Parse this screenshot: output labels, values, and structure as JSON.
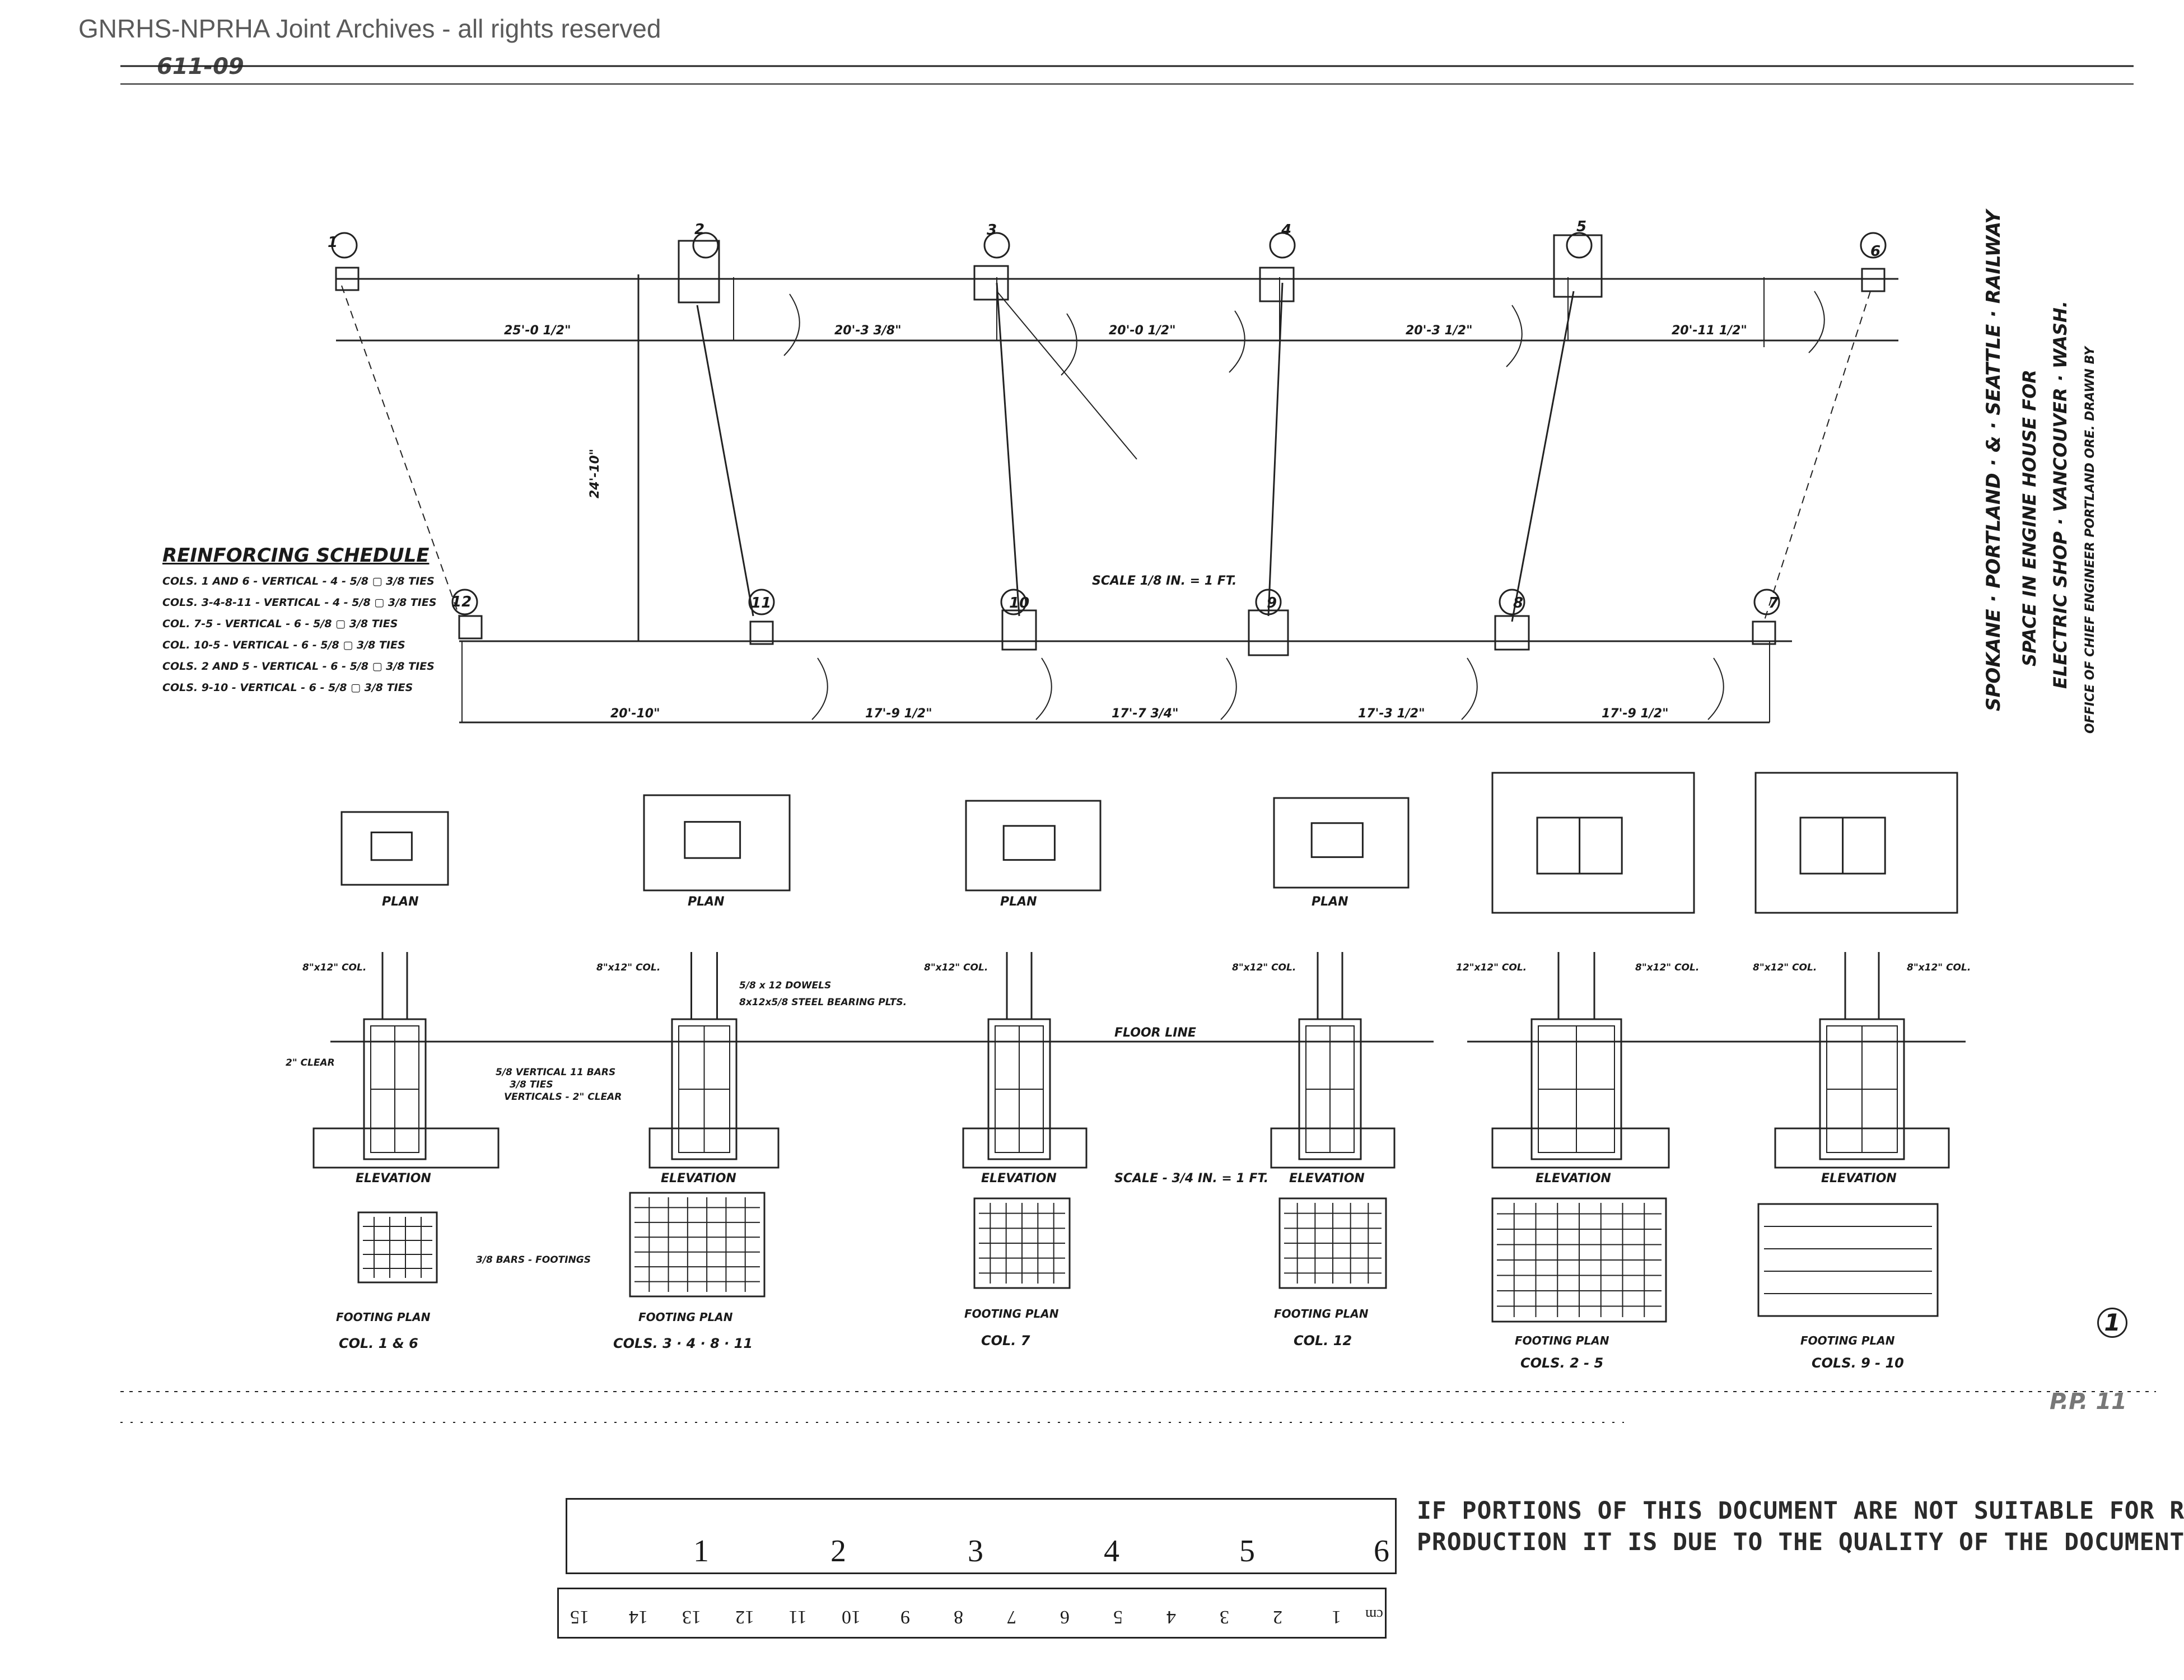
{
  "header": {
    "watermark": "GNRHS-NPRHA Joint Archives - all rights reserved",
    "sheet_number": "611-09"
  },
  "title_block": {
    "railway": "SPOKANE · PORTLAND · & · SEATTLE · RAILWAY",
    "line2": "SPACE IN ENGINE HOUSE FOR",
    "line3": "ELECTRIC SHOP · VANCOUVER · WASH.",
    "line4": "OFFICE OF CHIEF ENGINEER  PORTLAND ORE.   DRAWN BY"
  },
  "reinforcing_schedule": {
    "title": "REINFORCING SCHEDULE",
    "rows": [
      "COLS. 1 AND 6 - VERTICAL - 4 - 5/8 ▢ 3/8 TIES",
      "COLS. 3-4-8-11 - VERTICAL - 4 - 5/8 ▢ 3/8 TIES",
      "COL. 7-5 - VERTICAL - 6 - 5/8 ▢ 3/8 TIES",
      "COL. 10-5 - VERTICAL - 6 - 5/8 ▢ 3/8 TIES",
      "COLS. 2 AND 5 - VERTICAL - 6 - 5/8 ▢ 3/8 TIES",
      "COLS. 9-10 - VERTICAL - 6 - 5/8 ▢ 3/8 TIES"
    ]
  },
  "column_markers": {
    "top": [
      "1",
      "2",
      "3",
      "4",
      "5",
      "6"
    ],
    "bottom": [
      "12",
      "11",
      "10",
      "9",
      "8",
      "7"
    ]
  },
  "dimensions": {
    "top": [
      "25'-0 1/2\"",
      "20'-3 3/8\"",
      "20'-0 1/2\"",
      "20'-3 1/2\"",
      "20'-11 1/2\""
    ],
    "bottom": [
      "20'-10\"",
      "17'-9 1/2\"",
      "17'-7 3/4\"",
      "17'-3 1/2\"",
      "17'-9 1/2\""
    ],
    "span": "24'-10\"",
    "plan_scale": "SCALE 1/8 IN. = 1 FT."
  },
  "notes": {
    "floor_line": "FLOOR LINE",
    "detail_scale": "SCALE - 3/4 IN. = 1 FT.",
    "dowels": "5/8 x 12 DOWELS",
    "bearing_plates": "8x12x5/8 STEEL BEARING PLTS.",
    "vertical_bars": "5/8 VERTICAL 11 BARS",
    "ties": "3/8 TIES",
    "verticals_clear": "VERTICALS - 2\" CLEAR",
    "clear": "2\" CLEAR",
    "footing_bars": "3/8 BARS - FOOTINGS"
  },
  "details": {
    "plan_label": "PLAN",
    "elevation_label": "ELEVATION",
    "footing_plan_label": "FOOTING PLAN",
    "col_labels": [
      "8\"x12\" COL.",
      "8\"x12\" COL.",
      "8\"x12\" COL.",
      "8\"x12\" COL.",
      "12\"x12\" COL.",
      "8\"x12\" COL.",
      "8\"x12\" COL.",
      "8\"x12\" COL."
    ],
    "footing_columns": [
      "COL. 1 & 6",
      "COLS. 3 · 4 · 8 · 11",
      "COL. 7",
      "COL. 12",
      "COLS. 2 - 5",
      "COLS. 9 - 10"
    ]
  },
  "page_mark": "1",
  "scribble": "P.P. 11",
  "rulers": {
    "inch_labels": [
      "1",
      "2",
      "3",
      "4",
      "5",
      "6"
    ],
    "cm_labels": [
      "1",
      "2",
      "3",
      "4",
      "5",
      "6",
      "7",
      "8",
      "9",
      "10",
      "11",
      "12",
      "13",
      "14",
      "15"
    ],
    "cm_unit": "cm"
  },
  "notice": {
    "line1": "IF PORTIONS OF THIS DOCUMENT ARE NOT SUITABLE FOR RE-",
    "line2": "PRODUCTION IT IS DUE TO THE QUALITY OF THE DOCUMENT."
  }
}
